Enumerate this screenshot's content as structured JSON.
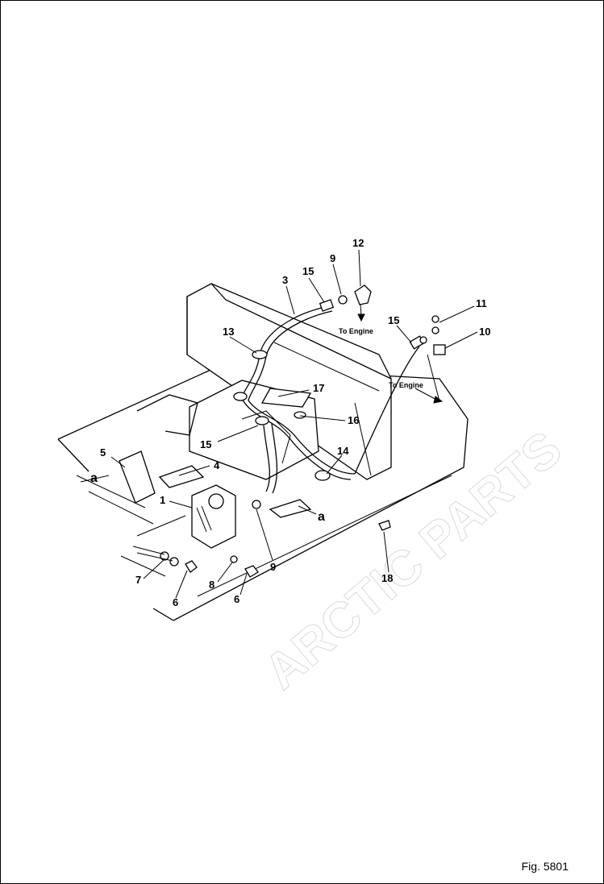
{
  "figure": {
    "caption": "Fig. 5801",
    "destination_note": "To Engine",
    "section_marker": "a",
    "callouts": [
      "1",
      "3",
      "4",
      "5",
      "6",
      "7",
      "8",
      "9",
      "10",
      "11",
      "12",
      "13",
      "14",
      "15",
      "16",
      "17",
      "18"
    ]
  },
  "colors": {
    "line": "#000000",
    "background": "#ffffff"
  }
}
